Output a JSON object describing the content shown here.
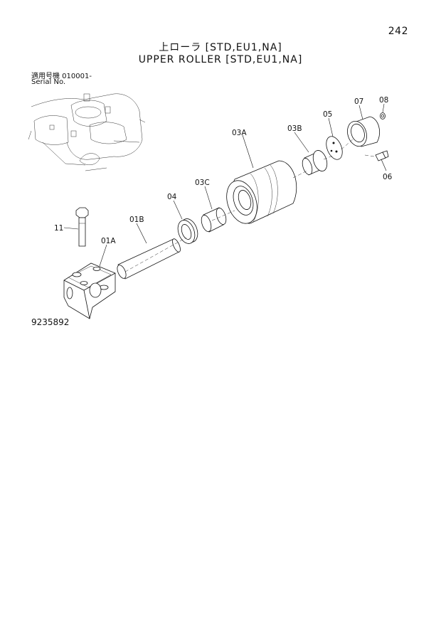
{
  "page_number": "242",
  "title_jp": "上ローラ [STD,EU1,NA]",
  "title_en": "UPPER ROLLER [STD,EU1,NA]",
  "serial_label_jp": "適用号機  010001-",
  "serial_label_en": "Serial No.",
  "figure_number": "9235892",
  "parts": {
    "p01A": "01A",
    "p01B": "01B",
    "p03A": "03A",
    "p03B": "03B",
    "p03C": "03C",
    "p04": "04",
    "p05": "05",
    "p06": "06",
    "p07": "07",
    "p08": "08",
    "p11": "11"
  }
}
